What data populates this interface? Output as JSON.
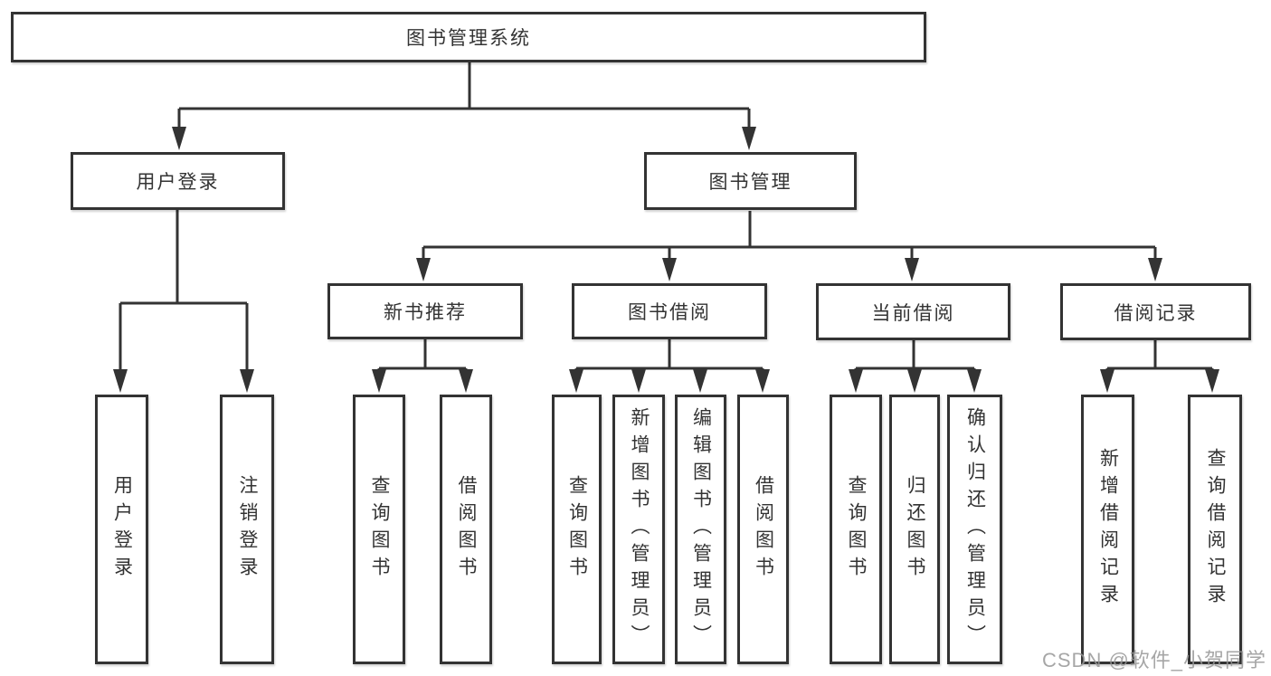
{
  "diagram": {
    "title": "图书管理系统",
    "branches": [
      {
        "label": "用户登录",
        "children": [
          {
            "label": "用户登录"
          },
          {
            "label": "注销登录"
          }
        ]
      },
      {
        "label": "图书管理",
        "children": [
          {
            "label": "新书推荐",
            "children": [
              {
                "label": "查询图书"
              },
              {
                "label": "借阅图书"
              }
            ]
          },
          {
            "label": "图书借阅",
            "children": [
              {
                "label": "查询图书"
              },
              {
                "label": "新增图书（管理员）"
              },
              {
                "label": "编辑图书（管理员）"
              },
              {
                "label": "借阅图书"
              }
            ]
          },
          {
            "label": "当前借阅",
            "children": [
              {
                "label": "查询图书"
              },
              {
                "label": "归还图书"
              },
              {
                "label": "确认归还（管理员）"
              }
            ]
          },
          {
            "label": "借阅记录",
            "children": [
              {
                "label": "新增借阅记录"
              },
              {
                "label": "查询借阅记录"
              }
            ]
          }
        ]
      }
    ]
  },
  "watermark": "CSDN @软件_小贺同学",
  "colors": {
    "line": "#333333",
    "text": "#333333",
    "box_background": "#ffffff",
    "watermark": "#969696",
    "background": "#ffffff"
  }
}
